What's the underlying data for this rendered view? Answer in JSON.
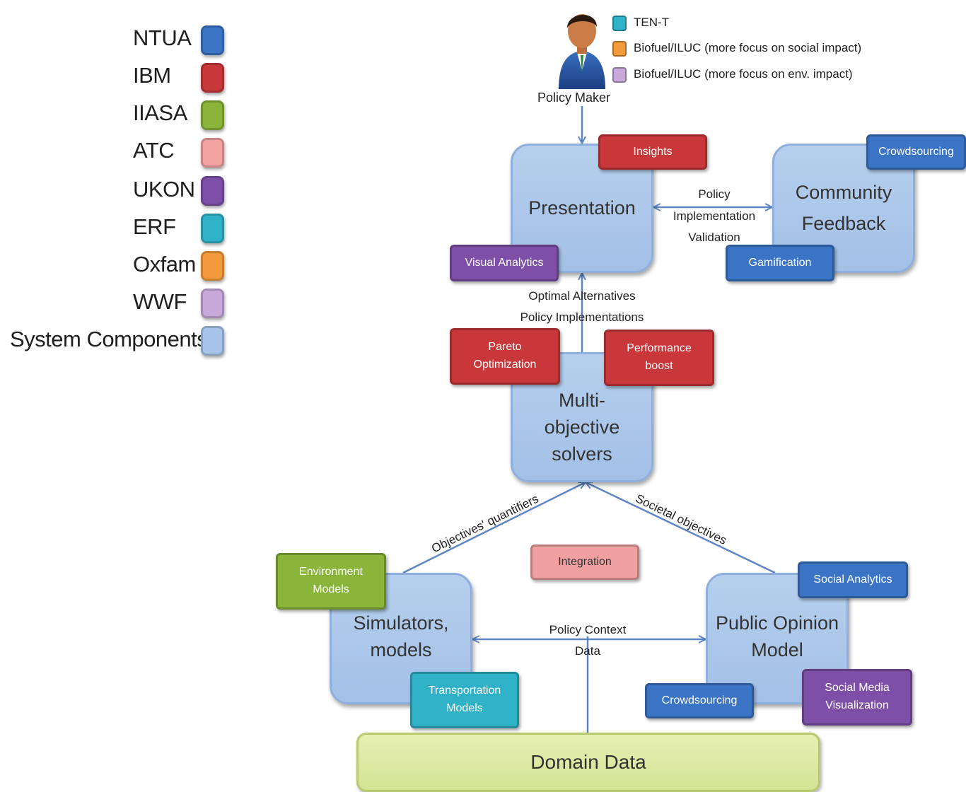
{
  "legend": [
    {
      "label": "NTUA",
      "color": "#3b74c4"
    },
    {
      "label": "IBM",
      "color": "#c8383a"
    },
    {
      "label": "IIASA",
      "color": "#8ab43a"
    },
    {
      "label": "ATC",
      "color": "#f4a3a3"
    },
    {
      "label": "UKON",
      "color": "#7d4fa6"
    },
    {
      "label": "ERF",
      "color": "#2fb2c7"
    },
    {
      "label": "Oxfam",
      "color": "#f39b3a"
    },
    {
      "label": "WWF",
      "color": "#c9a9dc"
    },
    {
      "label": "System Components",
      "color": "#a9c4ea"
    }
  ],
  "stakeholder_keys": [
    {
      "label": "TEN-T",
      "color": "#2fb2c7"
    },
    {
      "label": "Biofuel/ILUC (more focus on social impact)",
      "color": "#f39b3a"
    },
    {
      "label": "Biofuel/ILUC (more focus on env. impact)",
      "color": "#c9a9dc"
    }
  ],
  "policy_maker": {
    "label": "Policy Maker",
    "icon": "person-icon"
  },
  "components": {
    "presentation": "Presentation",
    "community_feedback": "Community\nFeedback",
    "solvers": "Multi-\nobjective\nsolvers",
    "simulators": "Simulators,\nmodels",
    "public_opinion": "Public Opinion\nModel",
    "domain_data": "Domain Data"
  },
  "tags": {
    "insights": "Insights",
    "crowdsourcing_top": "Crowdsourcing",
    "visual_analytics": "Visual Analytics",
    "gamification": "Gamification",
    "pareto": "Pareto\nOptimization",
    "performance": "Performance\nboost",
    "integration": "Integration",
    "environment_models": "Environment\nModels",
    "transportation_models": "Transportation\nModels",
    "social_analytics": "Social Analytics",
    "crowdsourcing_bottom": "Crowdsourcing",
    "social_media": "Social Media\nVisualization"
  },
  "edges": {
    "policy_validation": "Policy\nImplementation\nValidation",
    "optimal_alternatives": "Optimal Alternatives\nPolicy Implementations",
    "objectives_quantifiers": "Objectives' quantifiers",
    "societal_objectives": "Societal objectives",
    "policy_context": "Policy Context\nData"
  }
}
